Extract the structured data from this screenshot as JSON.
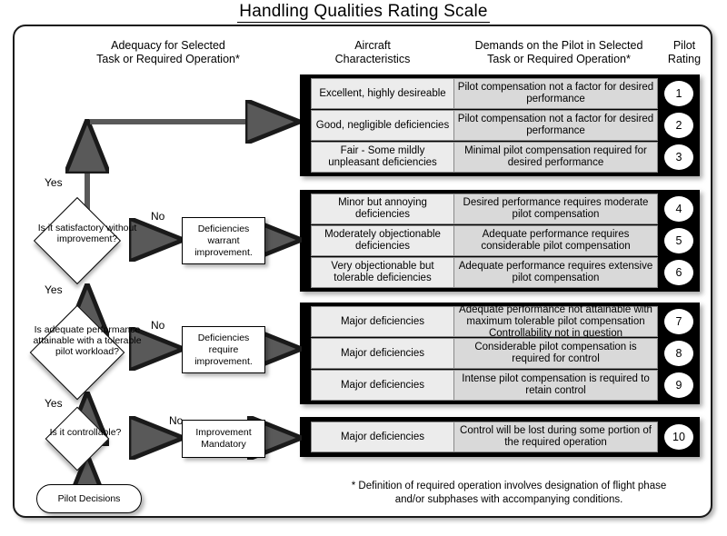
{
  "title": "Handling Qualities Rating Scale",
  "headers": {
    "adequacy": "Adequacy for Selected\nTask or Required  Operation*",
    "adequacy_l1": "Adequacy for Selected",
    "adequacy_l2": "Task or Required  Operation*",
    "aircraft_l1": "Aircraft",
    "aircraft_l2": "Characteristics",
    "demands_l1": "Demands on the Pilot in Selected",
    "demands_l2": "Task or Required Operation*",
    "rating_l1": "Pilot",
    "rating_l2": "Rating"
  },
  "groups": [
    {
      "id": "group-1",
      "rows": [
        {
          "characteristics": "Excellent, highly desireable",
          "demands": "Pilot compensation not a factor for desired performance",
          "demands_underlined": "",
          "rating": "1"
        },
        {
          "characteristics": "Good, negligible deficiencies",
          "demands": "Pilot compensation not a factor for desired performance",
          "demands_underlined": "",
          "rating": "2"
        },
        {
          "characteristics": "Fair - Some mildly unpleasant deficiencies",
          "demands": "Minimal pilot compensation required for desired performance",
          "demands_underlined": "",
          "rating": "3"
        }
      ]
    },
    {
      "id": "group-2",
      "rows": [
        {
          "characteristics": "Minor but annoying deficiencies",
          "demands": "Desired performance requires moderate pilot compensation",
          "demands_underlined": "",
          "rating": "4"
        },
        {
          "characteristics": "Moderately objectionable deficiencies",
          "demands": "Adequate performance requires considerable pilot compensation",
          "demands_underlined": "",
          "rating": "5"
        },
        {
          "characteristics": "Very objectionable but tolerable deficiencies",
          "demands": "Adequate performance requires extensive pilot compensation",
          "demands_underlined": "",
          "rating": "6"
        }
      ]
    },
    {
      "id": "group-3",
      "rows": [
        {
          "characteristics": "Major deficiencies",
          "demands": "Adequate performance not attainable with maximum tolerable pilot compensation",
          "demands_underlined": "Controllability not in question",
          "rating": "7"
        },
        {
          "characteristics": "Major deficiencies",
          "demands": "Considerable pilot compensation is required for control",
          "demands_underlined": "",
          "rating": "8"
        },
        {
          "characteristics": "Major deficiencies",
          "demands": "Intense pilot compensation is required to retain control",
          "demands_underlined": "",
          "rating": "9"
        }
      ]
    },
    {
      "id": "group-4",
      "rows": [
        {
          "characteristics": "Major deficiencies",
          "demands": "Control will be lost during some portion of the required operation",
          "demands_underlined": "",
          "rating": "10"
        }
      ]
    }
  ],
  "flow": {
    "decisions": [
      {
        "id": "decision-1",
        "text": "Is it satisfactory without improvement?",
        "yes_label": "Yes",
        "no_label": "No",
        "action": "Deficiencies warrant improvement."
      },
      {
        "id": "decision-2",
        "text": "Is adequate performance attainable with a tolerable pilot workload?",
        "yes_label": "Yes",
        "no_label": "No",
        "action": "Deficiencies require improvement."
      },
      {
        "id": "decision-3",
        "text": "Is it controllable?",
        "yes_label": "Yes",
        "no_label": "No",
        "action": "Improvement Mandatory"
      }
    ],
    "start": "Pilot Decisions"
  },
  "footnote_l1": "* Definition of required operation involves designation of flight phase",
  "footnote_l2": "and/or subphases with accompanying conditions.",
  "colors": {
    "frame_border": "#1a1a1a",
    "group_bracket": "#000000",
    "char_cell": "#ececec",
    "demand_cell": "#d9d9d9",
    "rating_cell": "#000000",
    "oval": "#ffffff"
  }
}
